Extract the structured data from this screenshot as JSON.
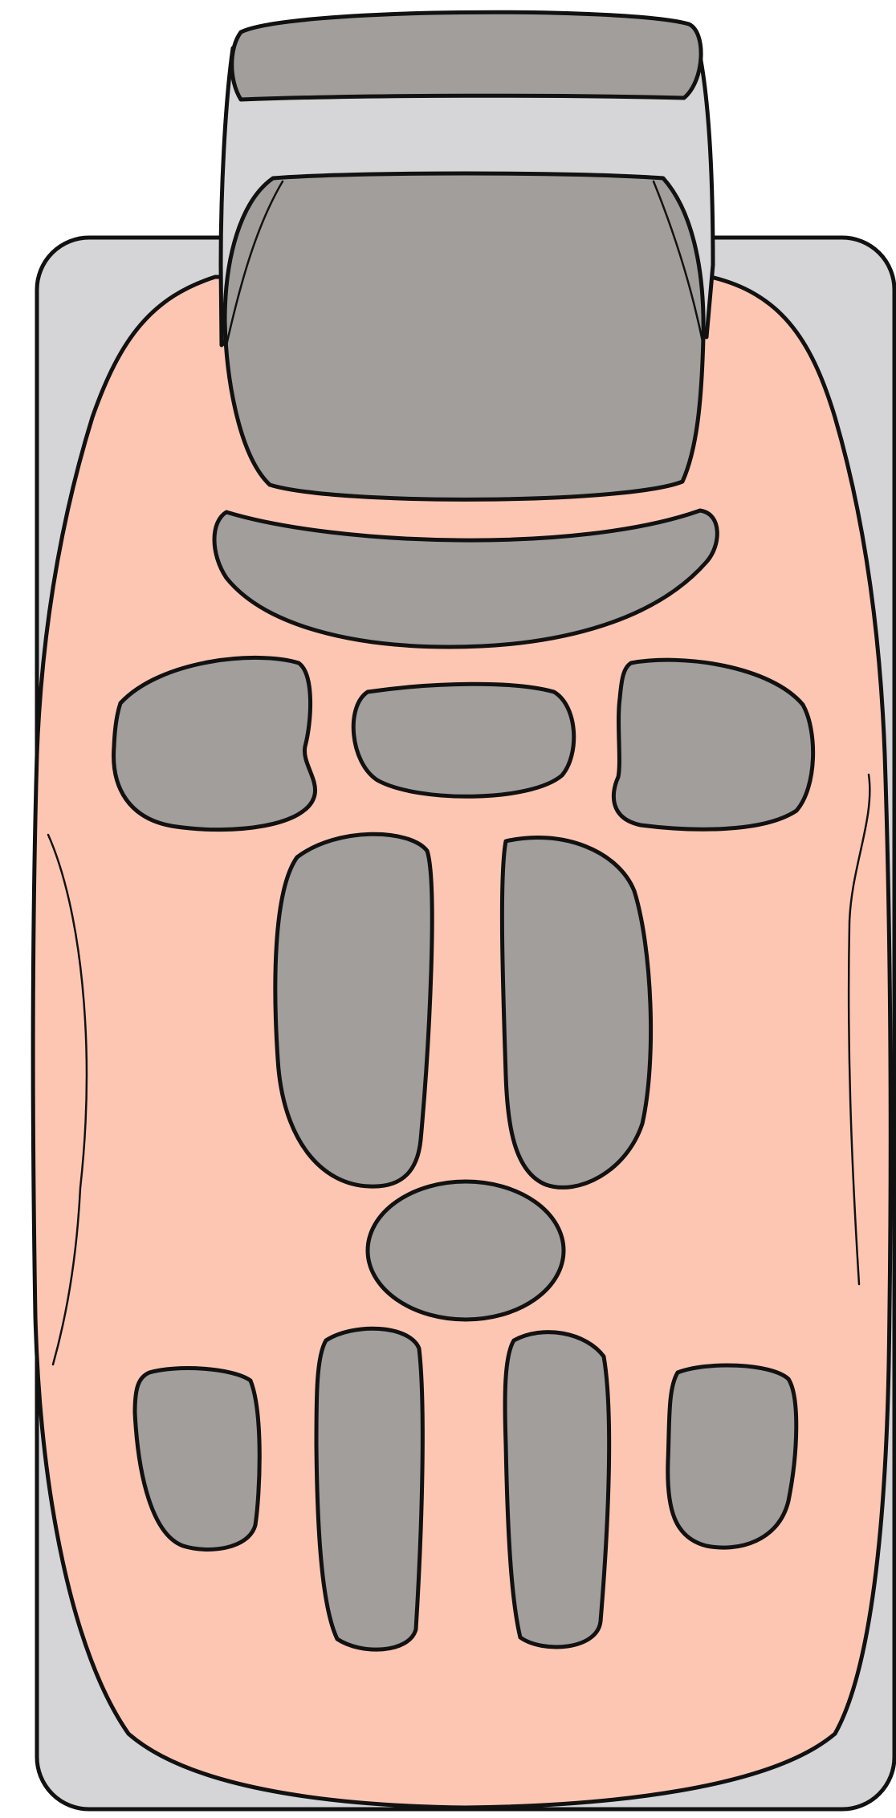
{
  "colors": {
    "frame": "#d5d5d7",
    "cushion": "#fdc6b2",
    "pad": "#a19e9b",
    "headrest_body": "#d6d6d8",
    "outline": "#111111"
  },
  "components": {
    "frame": "seat-frame",
    "cushion": "seat-cushion",
    "headrest": "headrest",
    "pads": [
      "neck-pad",
      "shoulder-pad-left",
      "upper-back-pad-center",
      "shoulder-pad-right",
      "back-pad-left",
      "back-pad-right",
      "lumbar-pad",
      "thigh-outer-pad-left",
      "thigh-inner-pad-left",
      "thigh-inner-pad-right",
      "thigh-outer-pad-right"
    ]
  }
}
